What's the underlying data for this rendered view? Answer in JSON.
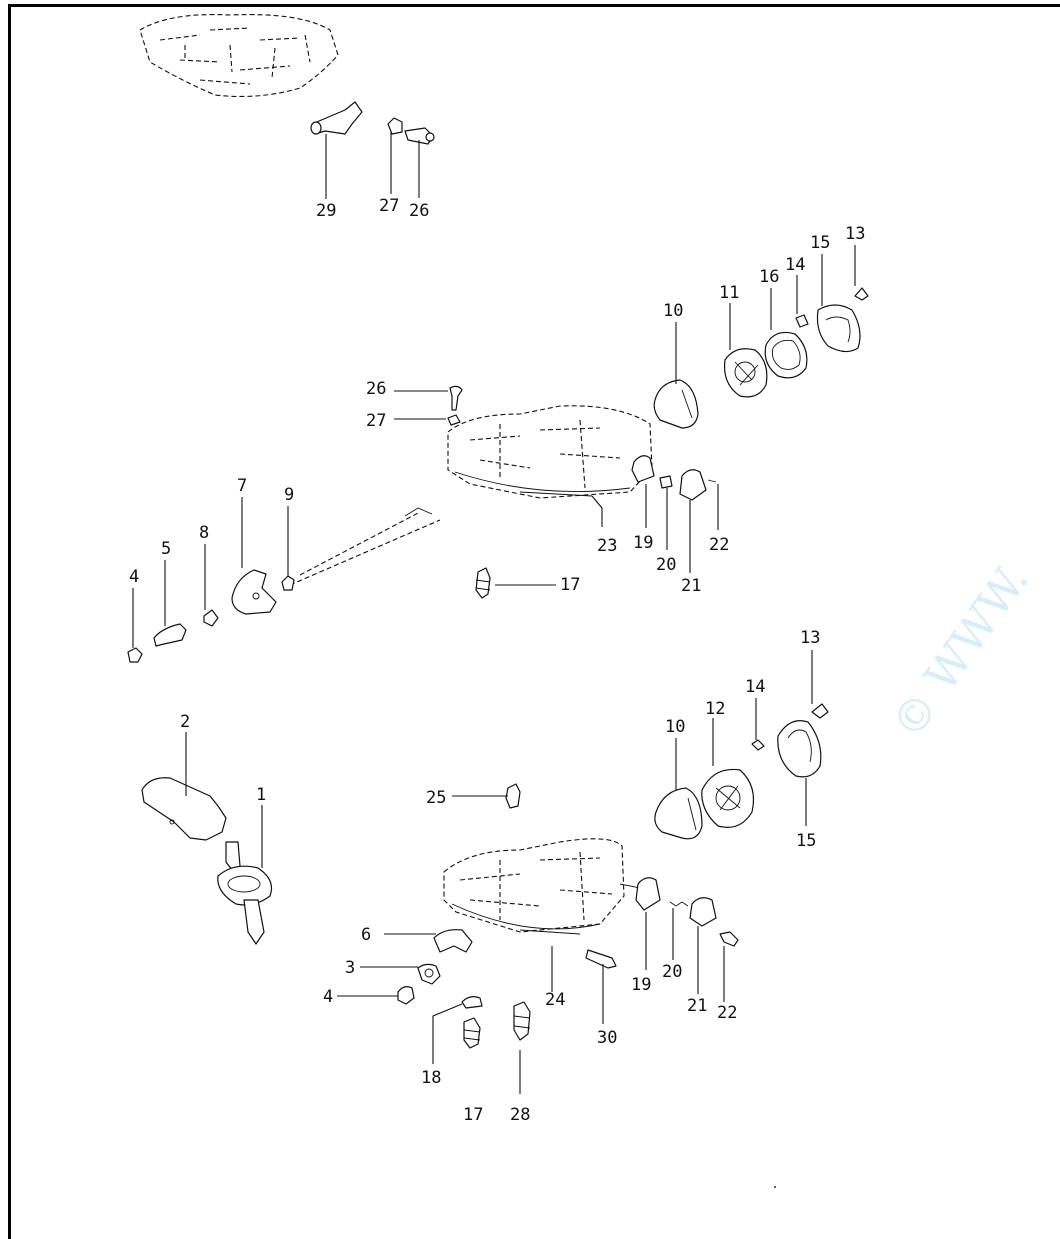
{
  "diagram": {
    "watermark": "© WWW.",
    "callouts": [
      "1",
      "2",
      "3",
      "4",
      "5",
      "6",
      "7",
      "8",
      "9",
      "10",
      "11",
      "12",
      "13",
      "14",
      "15",
      "16",
      "17",
      "18",
      "19",
      "20",
      "21",
      "22",
      "23",
      "24",
      "25",
      "26",
      "27",
      "28",
      "29",
      "30"
    ]
  }
}
